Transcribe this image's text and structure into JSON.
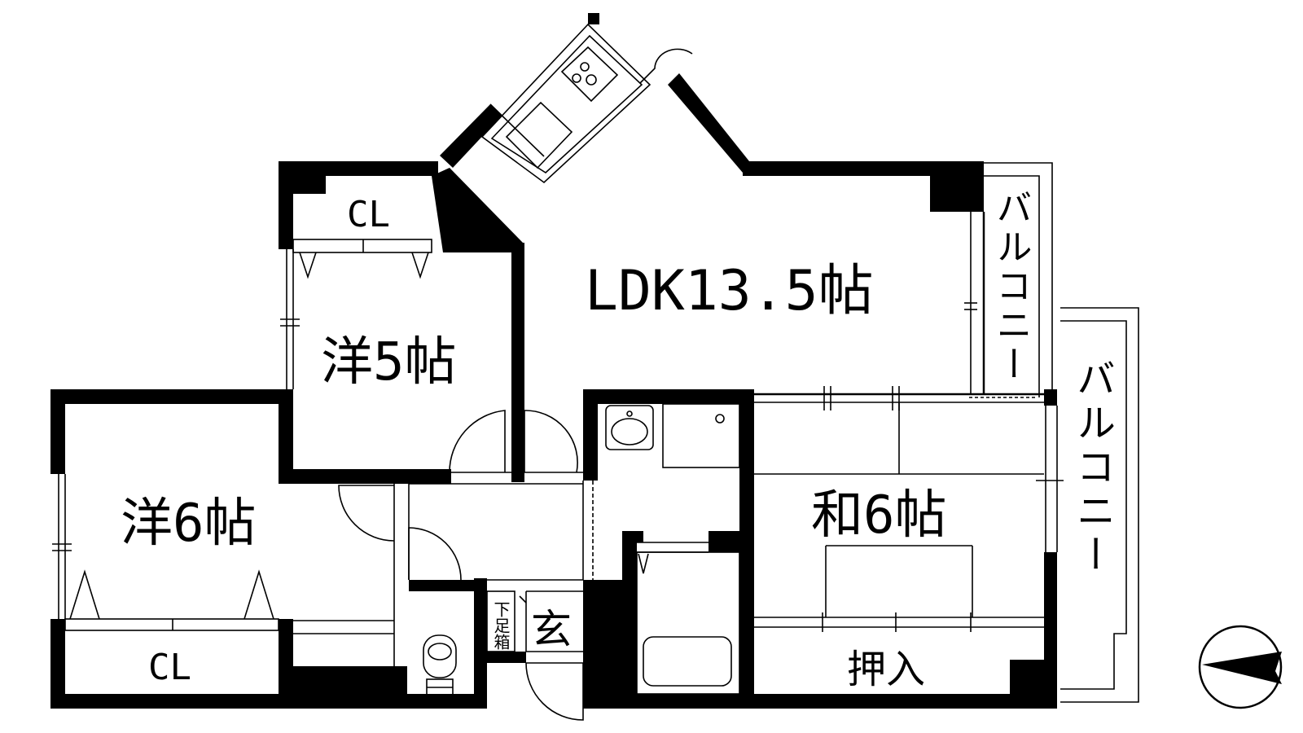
{
  "floorplan": {
    "rooms": {
      "ldk": "LDK13.5帖",
      "western_5": "洋5帖",
      "western_6": "洋6帖",
      "japanese_6": "和6帖"
    },
    "storage": {
      "closet_top": "CL",
      "closet_bottom": "CL",
      "oshiire": "押入",
      "shoe_box": "下足箱"
    },
    "entrance": "玄",
    "balconies": {
      "upper": "バルコニー",
      "right": "バルコニー"
    }
  },
  "colors": {
    "wall": "#000000",
    "background": "#ffffff"
  },
  "icons": [
    "north-arrow-icon",
    "stove-icon",
    "sink-icon",
    "toilet-icon",
    "bathtub-icon",
    "washbasin-icon"
  ]
}
